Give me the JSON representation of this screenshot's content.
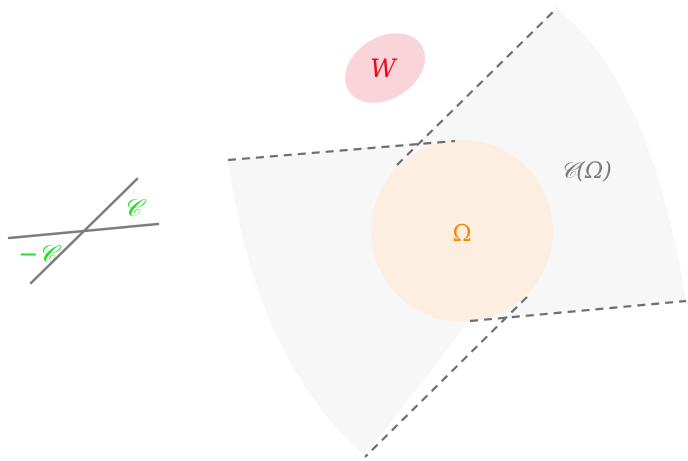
{
  "labels": {
    "w_label": "W",
    "omega_label": "Ω",
    "cone_label": "𝒞(Ω)",
    "c_label": "𝒞",
    "neg_c_label": "−𝒞"
  },
  "colors": {
    "w_fill": "#f9d4da",
    "w_text": "#e2101a",
    "omega_fill": "#fcefe2",
    "omega_text": "#f08a00",
    "cone_fill": "#f7f7f8",
    "cone_text": "#7a7a7a",
    "dashed_line": "#6e6e6e",
    "cross_line": "#7d7d7d",
    "c_text": "#22dd22"
  }
}
